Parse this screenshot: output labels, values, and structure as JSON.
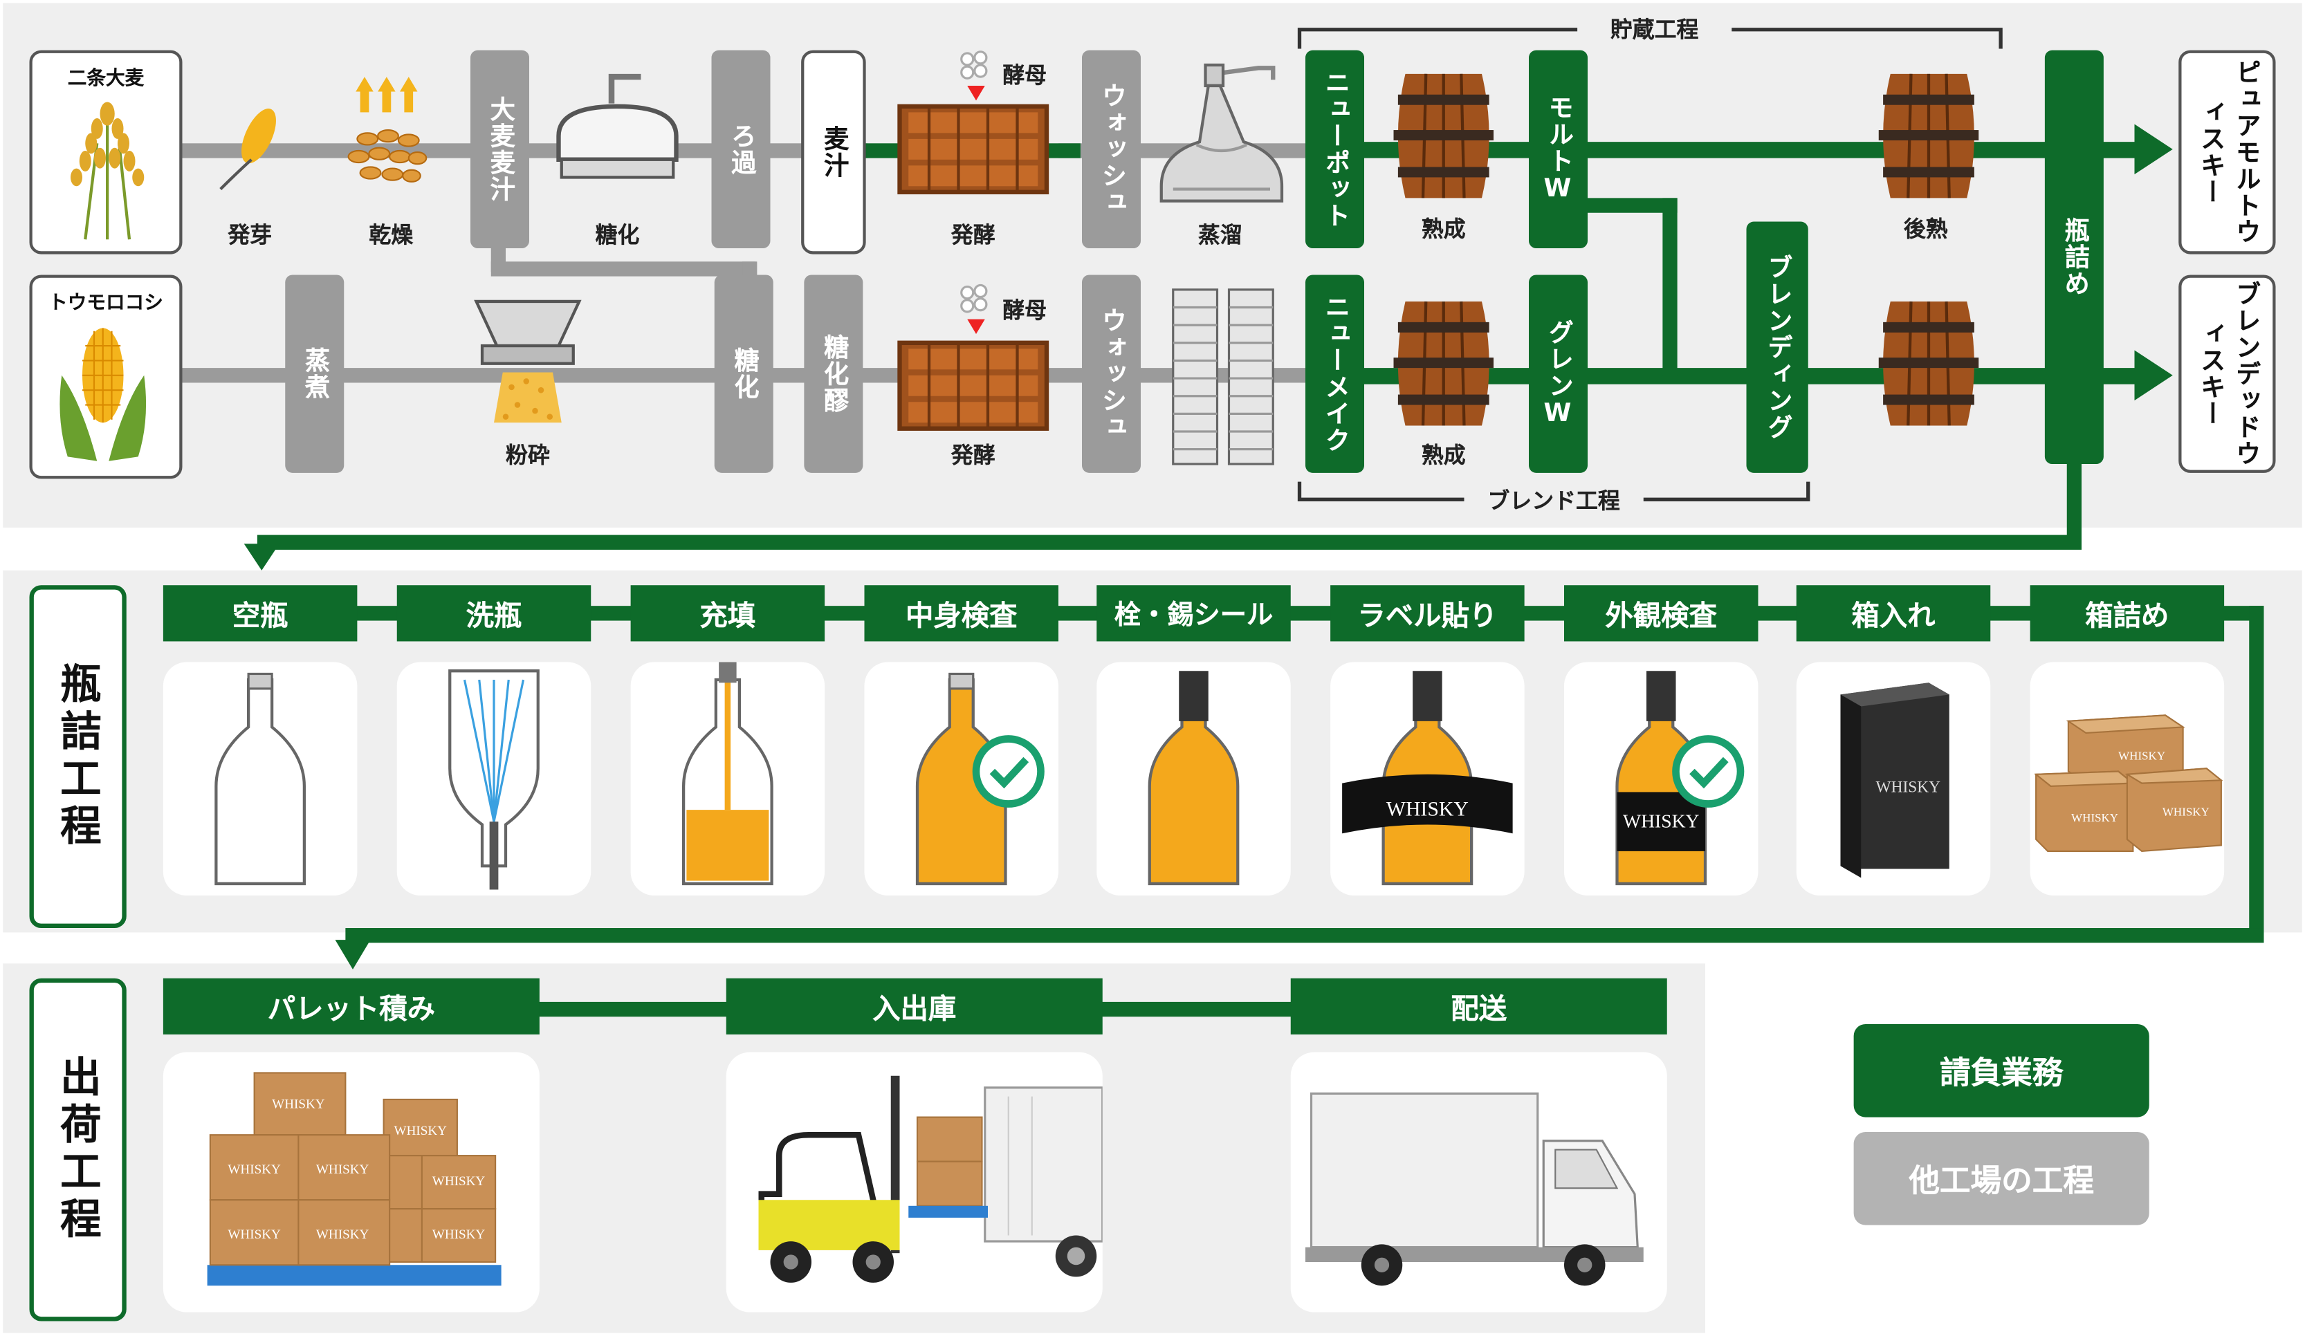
{
  "production": {
    "barley_input": "二条大麦",
    "corn_input": "トウモロコシ",
    "malting": "発芽",
    "drying": "乾燥",
    "barley_malt_box": "大麦麦汁",
    "saccharification_malt": "糖化",
    "filtration": "ろ過",
    "wort": "麦汁",
    "yeast_top": "酵母",
    "fermentation_top": "発酵",
    "wash_top": "ウォッシュ",
    "distillation": "蒸溜",
    "new_pot": "ニューポット",
    "maturation_top": "熟成",
    "malt_w": "モルトW",
    "storage_section": "貯蔵工程",
    "post_maturation": "後熟",
    "blending": "ブレンディング",
    "bottling_box": "瓶詰め",
    "pure_malt": "ピュアモルトウィスキー",
    "steaming": "蒸煮",
    "milling": "粉砕",
    "saccharification_corn": "糖化",
    "saccharified_mash": "糖化醪",
    "yeast_bottom": "酵母",
    "fermentation_bottom": "発酵",
    "wash_bottom": "ウォッシュ",
    "new_make": "ニューメイク",
    "maturation_bottom": "熟成",
    "grain_w": "グレンW",
    "blend_section": "ブレンド工程",
    "blended": "ブレンデッドウィスキー"
  },
  "bottling": {
    "title": "瓶詰工程",
    "steps": [
      "空瓶",
      "洗瓶",
      "充填",
      "中身検査",
      "栓・錫シール",
      "ラベル貼り",
      "外観検査",
      "箱入れ",
      "箱詰め"
    ],
    "whisky_label": "WHISKY"
  },
  "shipping": {
    "title": "出荷工程",
    "steps": [
      "パレット積み",
      "入出庫",
      "配送"
    ]
  },
  "legend": {
    "contracted": "請負業務",
    "other_factory": "他工場の工程"
  },
  "colors": {
    "green": "#0e6b2a",
    "gray": "#9b9b9b",
    "panel": "#efefef",
    "amber": "#f4a81c",
    "barrel": "#a0521d"
  }
}
